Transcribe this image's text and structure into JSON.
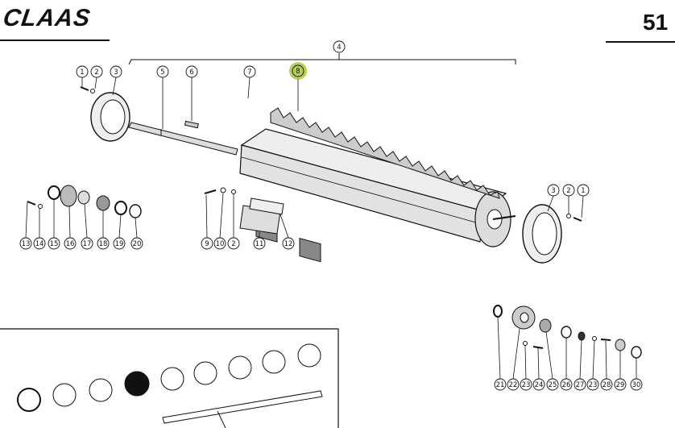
{
  "header": {
    "brand": "CLAAS",
    "page_number": "51"
  },
  "diagram": {
    "highlight_color": "#a8c83c",
    "highlighted_callout": "8",
    "callouts": [
      "1",
      "2",
      "3",
      "4",
      "5",
      "6",
      "7",
      "8",
      "3",
      "2",
      "1",
      "13",
      "14",
      "15",
      "16",
      "17",
      "18",
      "19",
      "20",
      "9",
      "10",
      "2",
      "11",
      "12",
      "21",
      "22",
      "23",
      "24",
      "25",
      "26",
      "27",
      "23",
      "28",
      "29",
      "30"
    ]
  }
}
